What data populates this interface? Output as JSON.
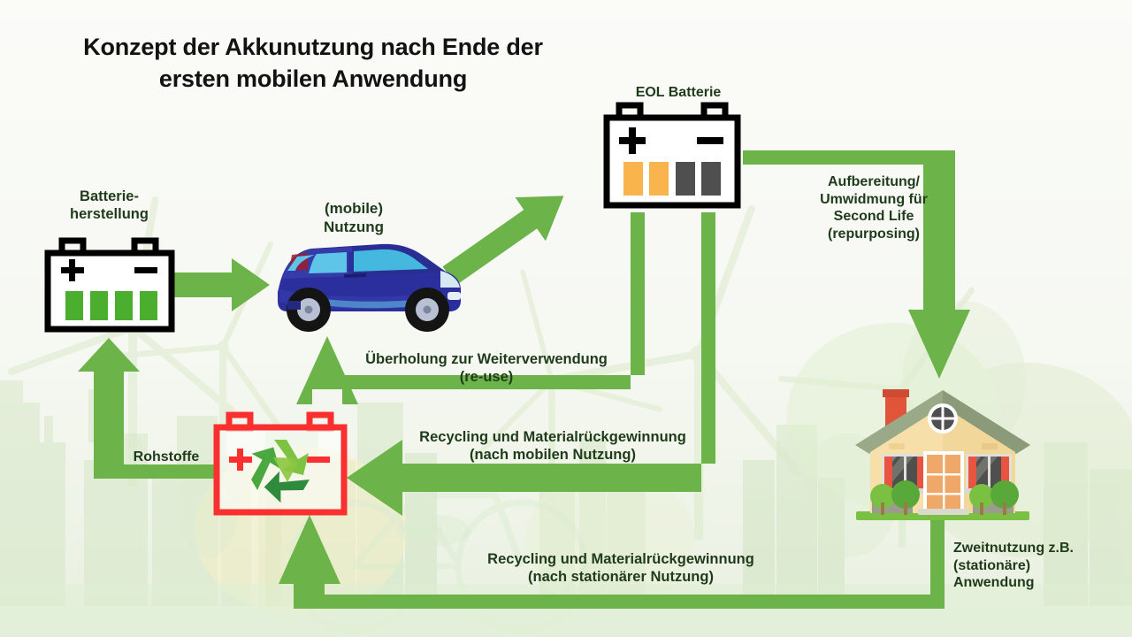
{
  "title": {
    "line1": "Konzept der Akkunutzung nach Ende der",
    "line2": "ersten mobilen Anwendung",
    "full": "Konzept der Akkunutzung nach Ende der ersten mobilen Anwendung"
  },
  "labels": {
    "batterieherstellung": "Batterie-\nherstellung",
    "batterieherstellung_l1": "Batterie-",
    "batterieherstellung_l2": "herstellung",
    "mobile_nutzung_l1": "(mobile)",
    "mobile_nutzung_l2": "Nutzung",
    "eol_batterie": "EOL Batterie",
    "aufbereitung_l1": "Aufbereitung/",
    "aufbereitung_l2": "Umwidmung für",
    "aufbereitung_l3": "Second Life",
    "aufbereitung_l4": "(repurposing)",
    "reuse_l1": "Überholung zur Weiterverwendung",
    "reuse_l2": "(re-use)",
    "recycling_mobil_l1": "Recycling und Materialrückgewinnung",
    "recycling_mobil_l2": "(nach mobilen Nutzung)",
    "recycling_stat_l1": "Recycling und Materialrückgewinnung",
    "recycling_stat_l2": "(nach stationärer Nutzung)",
    "rohstoffe": "Rohstoffe",
    "zweitnutzung_l1": "Zweitnutzung z.B.",
    "zweitnutzung_l2": "(stationäre)",
    "zweitnutzung_l3": "Anwendung"
  },
  "nodes": [
    {
      "id": "battery-production",
      "name": "Batterie-herstellung",
      "icon": "battery-full-icon",
      "bars": [
        "green",
        "green",
        "green",
        "green"
      ],
      "outline": "#000000"
    },
    {
      "id": "car",
      "name": "(mobile) Nutzung",
      "icon": "blue-hatchback-car-icon"
    },
    {
      "id": "eol-battery",
      "name": "EOL Batterie",
      "icon": "battery-degraded-icon",
      "bars": [
        "orange",
        "orange",
        "gray",
        "gray"
      ],
      "outline": "#000000"
    },
    {
      "id": "house",
      "name": "Zweitnutzung z.B. (stationäre) Anwendung",
      "icon": "house-icon"
    },
    {
      "id": "recycling-battery",
      "name": "Recycling",
      "icon": "battery-recycling-icon",
      "outline": "#fa2f2f"
    }
  ],
  "flows": [
    {
      "from": "battery-production",
      "to": "car",
      "label": "",
      "shape": "arrow-right"
    },
    {
      "from": "car",
      "to": "eol-battery",
      "label": "",
      "shape": "arrow-diagonal-up-right"
    },
    {
      "from": "eol-battery",
      "to": "house",
      "label": "Aufbereitung/ Umwidmung für Second Life (repurposing)",
      "shape": "elbow-right-down"
    },
    {
      "from": "eol-battery",
      "to": "car",
      "label": "Überholung zur Weiterverwendung (re-use)",
      "shape": "elbow-down-left-up"
    },
    {
      "from": "eol-battery",
      "to": "recycling-battery",
      "label": "Recycling und Materialrückgewinnung (nach mobilen Nutzung)",
      "shape": "elbow-down-left"
    },
    {
      "from": "house",
      "to": "recycling-battery",
      "label": "Recycling und Materialrückgewinnung (nach stationärer Nutzung)",
      "shape": "elbow-down-left-up"
    },
    {
      "from": "recycling-battery",
      "to": "battery-production",
      "label": "Rohstoffe",
      "shape": "elbow-left-up"
    }
  ],
  "colors": {
    "arrow_green": "#6cb34a",
    "label_green": "#1f3b1b",
    "title_black": "#121212",
    "battery_outline": "#000000",
    "recycling_outline": "#fa2f2f",
    "bar_green": "#4cae2e",
    "bar_orange": "#f9b44d",
    "bar_gray": "#4f4f4f",
    "background": "#f7f8f4",
    "car_body": "#2b2f9e",
    "house_wall": "#f6dfa8",
    "house_roof": "#9aa987",
    "house_door": "#f0a868",
    "chimney": "#e0553a"
  }
}
